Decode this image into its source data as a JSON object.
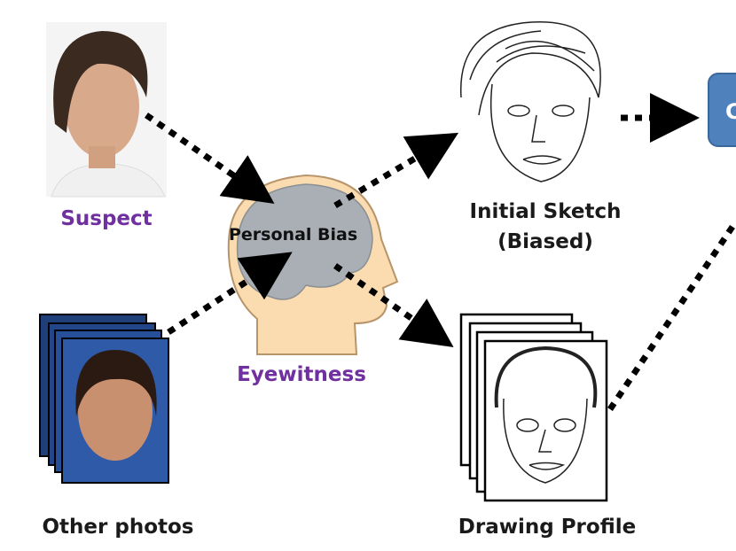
{
  "labels": {
    "suspect": "Suspect",
    "eyewitness": "Eyewitness",
    "personal_bias": "Personal Bias",
    "initial_sketch_line1": "Initial Sketch",
    "initial_sketch_line2": "(Biased)",
    "other_photos": "Other photos",
    "drawing_profile": "Drawing Profile",
    "next_box": "C"
  },
  "colors": {
    "label_purple": "#7030a0",
    "box_blue": "#4f81bd",
    "head_skin": "#fbdcb0",
    "brain_gray": "#a9afb5"
  }
}
